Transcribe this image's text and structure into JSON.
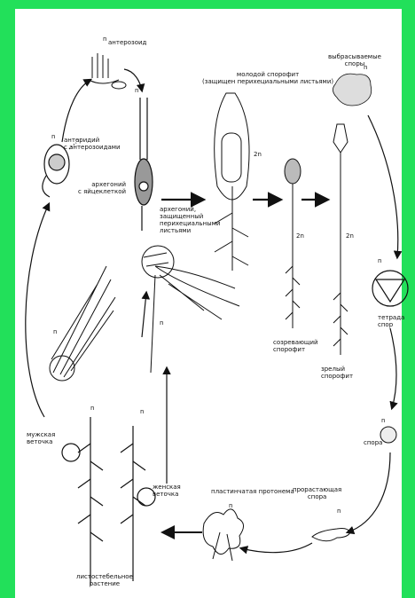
{
  "colors": {
    "frame": "#22e05a",
    "panel": "#ffffff",
    "ink": "#111111"
  },
  "labels": {
    "antherozoid": "антерозоид",
    "antheridium": [
      "антеридий",
      "с антерозоидами"
    ],
    "archegonium": [
      "архегоний",
      "с яйцеклеткой"
    ],
    "archegonium_protected": [
      "архегоний,",
      "защищенный",
      "перихециальными",
      "листьями"
    ],
    "young_sporophyte": [
      "молодой спорофит",
      "(защищен перихециальными листьями)"
    ],
    "released_spores": [
      "выбрасываемые",
      "споры"
    ],
    "maturing_sporophyte": [
      "созревающий",
      "спорофит"
    ],
    "mature_sporophyte": [
      "зрелый",
      "спорофит"
    ],
    "tetrad": [
      "тетрада",
      "спор"
    ],
    "spore": "спора",
    "germinating_spore": [
      "прорастающая",
      "спора"
    ],
    "plate_protonema": "пластинчатая протонема",
    "female_branch": [
      "женская",
      "веточка"
    ],
    "male_branch": [
      "мужская",
      "веточка"
    ],
    "leafy_plant": [
      "листостебельное",
      "растение"
    ]
  },
  "ploidy": {
    "haploid": "n",
    "diploid": "2n"
  }
}
